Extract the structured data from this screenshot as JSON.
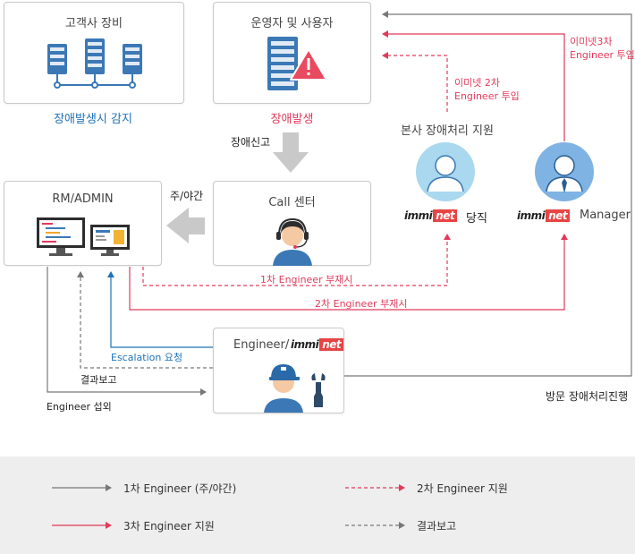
{
  "boxes": {
    "customer": {
      "title": "고객사 장비",
      "status": "장애발생시 감지"
    },
    "operator": {
      "title": "운영자 및 사용자",
      "status": "장애발생"
    },
    "rm": {
      "title": "RM/ADMIN"
    },
    "call": {
      "title": "Call 센터"
    },
    "engineer": {
      "title": "Engineer/"
    }
  },
  "hq": {
    "title": "본사 장애처리 지원"
  },
  "brand": {
    "part1": "immi",
    "part2": "net"
  },
  "roles": {
    "duty": "당직",
    "manager": "Manager"
  },
  "labels": {
    "report": "장애신고",
    "day_night": "주/야간",
    "absent_1": "1차 Engineer 부재시",
    "absent_2": "2차 Engineer 부재시",
    "escalation": "Escalation 요청",
    "result_report": "결과보고",
    "engineer_contact": "Engineer 섭외",
    "visit": "방문 장애처리진행",
    "immi2_line1": "이미넷 2차",
    "immi2_line2": "Engineer 투입",
    "immi3_line1": "이미넷3차",
    "immi3_line2": "Engineer 투입"
  },
  "legend": [
    {
      "label": "1차 Engineer (주/야간)",
      "style": "solid-gray"
    },
    {
      "label": "2차 Engineer 지원",
      "style": "dashed-red"
    },
    {
      "label": "3차 Engineer 지원",
      "style": "solid-red"
    },
    {
      "label": "결과보고",
      "style": "dashed-gray"
    }
  ],
  "colors": {
    "blue": "#1f73b7",
    "red": "#e23a5a",
    "gray": "#777777",
    "server_blue": "#3b78b5"
  }
}
